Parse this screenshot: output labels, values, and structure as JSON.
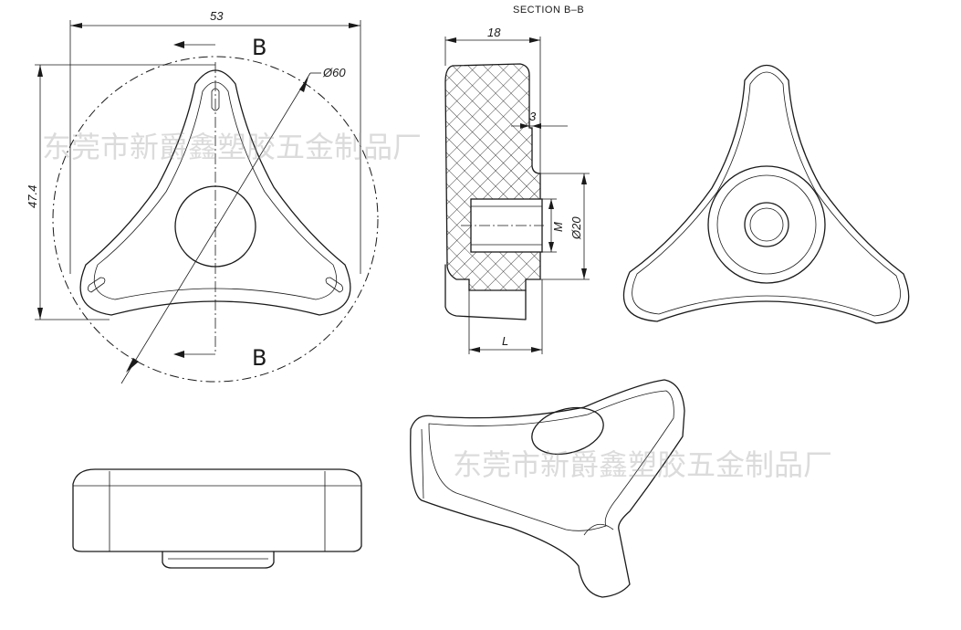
{
  "section_title": "SECTION B–B",
  "section_letter_top": "B",
  "section_letter_bottom": "B",
  "dimensions": {
    "width": "53",
    "height": "47.4",
    "diameter_outer": "Ø60",
    "section_depth": "18",
    "step": "3",
    "thread": "M",
    "boss_diameter": "Ø20",
    "length": "L"
  },
  "watermark": "东莞市新爵鑫塑胶五金制品厂",
  "colors": {
    "line": "#1a1a1a",
    "watermark": "#9a9a9a"
  }
}
